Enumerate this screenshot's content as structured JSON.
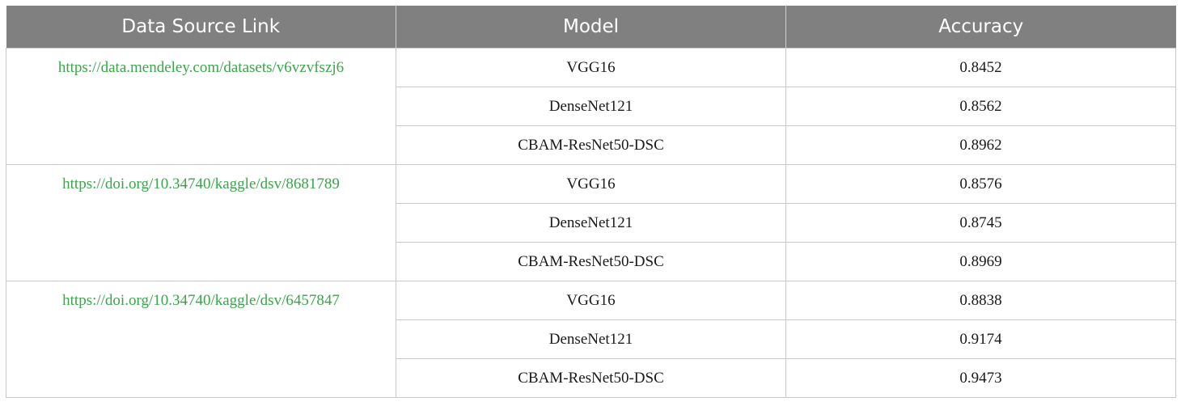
{
  "header": {
    "col1": "Data Source Link",
    "col2": "Model",
    "col3": "Accuracy"
  },
  "groups": [
    {
      "source": "https://data.mendeley.com/datasets/v6vzvfszj6",
      "rows": [
        {
          "model": "VGG16",
          "accuracy": "0.8452"
        },
        {
          "model": "DenseNet121",
          "accuracy": "0.8562"
        },
        {
          "model": "CBAM-ResNet50-DSC",
          "accuracy": "0.8962"
        }
      ]
    },
    {
      "source": "https://doi.org/10.34740/kaggle/dsv/8681789",
      "rows": [
        {
          "model": "VGG16",
          "accuracy": "0.8576"
        },
        {
          "model": "DenseNet121",
          "accuracy": "0.8745"
        },
        {
          "model": "CBAM-ResNet50-DSC",
          "accuracy": "0.8969"
        }
      ]
    },
    {
      "source": "https://doi.org/10.34740/kaggle/dsv/6457847",
      "rows": [
        {
          "model": "VGG16",
          "accuracy": "0.8838"
        },
        {
          "model": "DenseNet121",
          "accuracy": "0.9174"
        },
        {
          "model": "CBAM-ResNet50-DSC",
          "accuracy": "0.9473"
        }
      ]
    }
  ],
  "colors": {
    "header_bg": "#7f807f",
    "link": "#3aa64a",
    "border": "#c8c8c8"
  }
}
